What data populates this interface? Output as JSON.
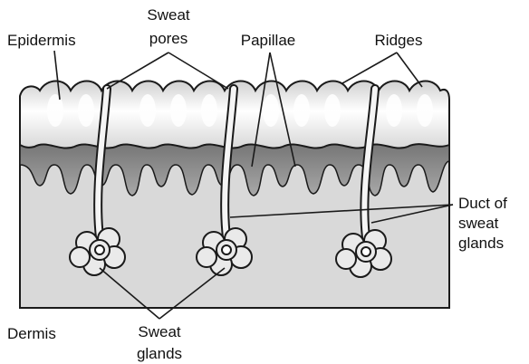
{
  "labels": {
    "epidermis": "Epidermis",
    "sweat_pores": [
      "Sweat",
      "pores"
    ],
    "papillae": "Papillae",
    "ridges": "Ridges",
    "duct": [
      "Duct of",
      "sweat",
      "glands"
    ],
    "dermis": "Dermis",
    "sweat_glands": [
      "Sweat",
      "glands"
    ]
  },
  "colors": {
    "outline": "#1a1a1a",
    "epidermis_fill": "#f2f2f2",
    "papillae_fill": "#8c8c8c",
    "dermis_fill": "#d9d9d9",
    "duct_fill": "#f5f5f5",
    "gland_fill": "#eaeaea"
  }
}
